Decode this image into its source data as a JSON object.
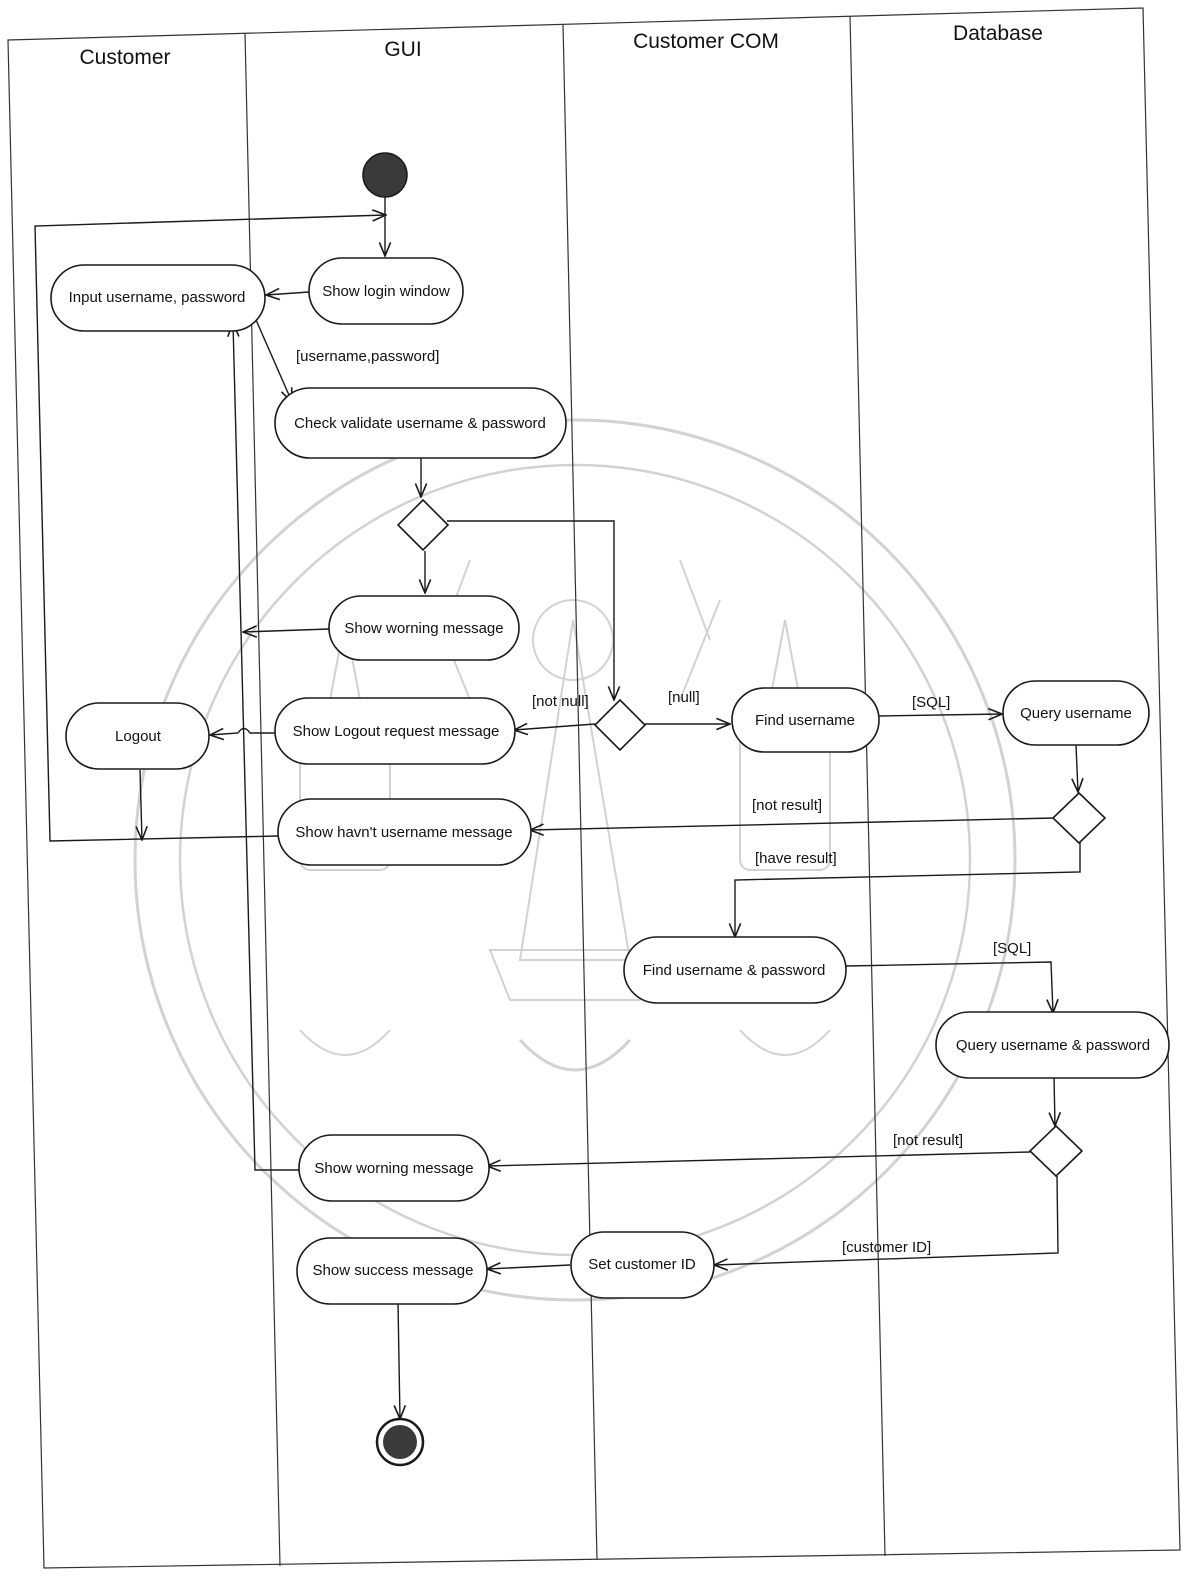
{
  "swimlanes": [
    "Customer",
    "GUI",
    "Customer COM",
    "Database"
  ],
  "nodes": {
    "input_credentials": "Input username, password",
    "show_login_window": "Show login window",
    "check_validate": "Check validate username & password",
    "show_warning_1": "Show worning message",
    "show_logout_request": "Show Logout request message",
    "logout": "Logout",
    "show_no_username": "Show havn't username message",
    "find_username": "Find username",
    "query_username": "Query username",
    "find_username_password": "Find username & password",
    "query_username_password": "Query username & password",
    "show_warning_2": "Show worning message",
    "set_customer_id": "Set customer ID",
    "show_success": "Show success message"
  },
  "guards": {
    "username_password": "[username,password]",
    "not_null": "[not null]",
    "null": "[null]",
    "sql_1": "[SQL]",
    "not_result_1": "[not result]",
    "have_result": "[have result]",
    "sql_2": "[SQL]",
    "not_result_2": "[not result]",
    "customer_id": "[customer ID]"
  },
  "colors": {
    "line": "#1a1a1a",
    "start_node": "#3a3a3a",
    "watermark": "#d2d2d2"
  }
}
